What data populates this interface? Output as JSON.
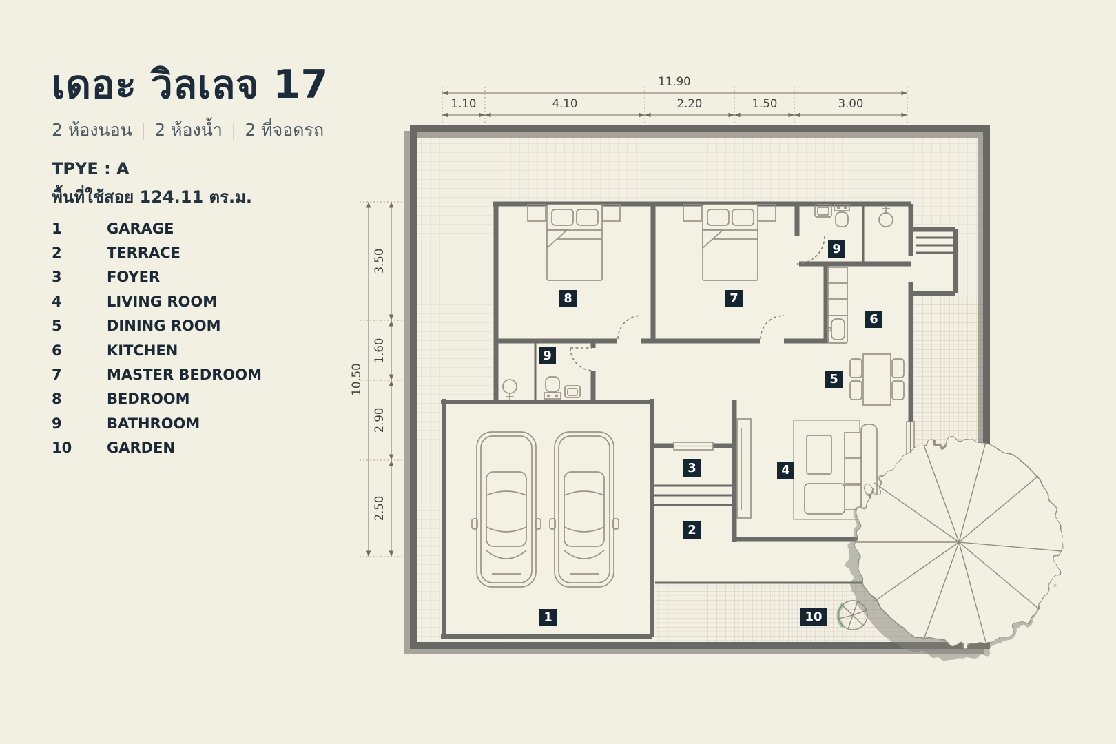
{
  "header": {
    "title": "เดอะ วิลเลจ 17",
    "features": [
      "2 ห้องนอน",
      "2 ห้องน้ำ",
      "2 ที่จอดรถ"
    ],
    "separator": "|",
    "type_label": "TPYE : A",
    "area_label": "พื้นที่ใช้สอย 124.11 ตร.ม."
  },
  "legend": {
    "items": [
      {
        "num": "1",
        "label": "GARAGE"
      },
      {
        "num": "2",
        "label": "TERRACE"
      },
      {
        "num": "3",
        "label": "FOYER"
      },
      {
        "num": "4",
        "label": "LIVING ROOM"
      },
      {
        "num": "5",
        "label": "DINING ROOM"
      },
      {
        "num": "6",
        "label": "KITCHEN"
      },
      {
        "num": "7",
        "label": "MASTER BEDROOM"
      },
      {
        "num": "8",
        "label": "BEDROOM"
      },
      {
        "num": "9",
        "label": "BATHROOM"
      },
      {
        "num": "10",
        "label": "GARDEN"
      }
    ]
  },
  "plan": {
    "badges": {
      "garage": "1",
      "terrace": "2",
      "foyer": "3",
      "living": "4",
      "dining": "5",
      "kitchen": "6",
      "master": "7",
      "bedroom": "8",
      "bath_top": "9",
      "bath_hall": "9",
      "garden": "10"
    },
    "dimensions": {
      "top": {
        "total": "11.90",
        "segments": [
          "1.10",
          "4.10",
          "2.20",
          "1.50",
          "3.00"
        ]
      },
      "left": {
        "total": "10.50",
        "segments": [
          "3.50",
          "1.60",
          "2.90",
          "2.50"
        ]
      }
    },
    "colors": {
      "wall": "#6b6b68",
      "badge": "#142430",
      "tree_accent": "#a9c2a1",
      "paper": "#f2efe3",
      "ink": "#1d2c3a"
    }
  }
}
